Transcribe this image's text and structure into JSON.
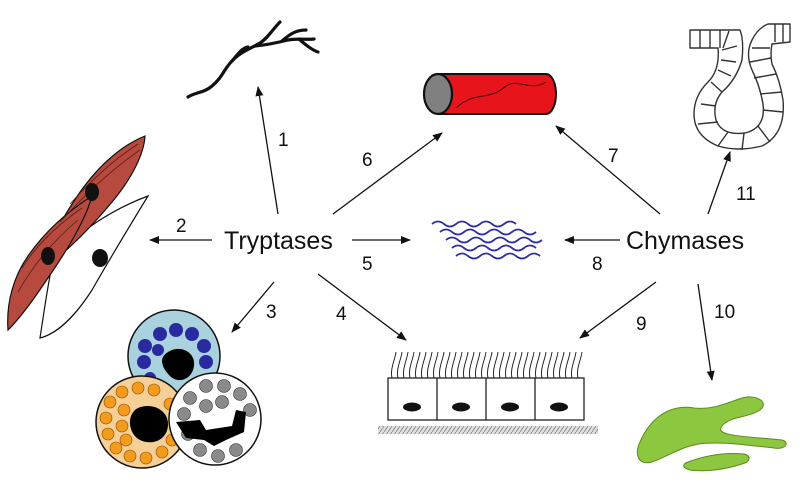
{
  "hubs": {
    "tryptases": "Tryptases",
    "chymases": "Chymases"
  },
  "arrows": [
    {
      "label": "1"
    },
    {
      "label": "2"
    },
    {
      "label": "3"
    },
    {
      "label": "4"
    },
    {
      "label": "5"
    },
    {
      "label": "6"
    },
    {
      "label": "7"
    },
    {
      "label": "8"
    },
    {
      "label": "9"
    },
    {
      "label": "10"
    },
    {
      "label": "11"
    }
  ],
  "colors": {
    "vessel": "#e8141c",
    "vessel_lumen": "#808080",
    "smooth_muscle": "#b64a3e",
    "fibers": "#2f2fa8",
    "leukocyte_blue": "#2a2aa0",
    "leukocyte_orange": "#f39b1d",
    "leukocyte_grey": "#8a8a8a",
    "green_cell": "#8dc63f",
    "arrow": "#111111"
  }
}
